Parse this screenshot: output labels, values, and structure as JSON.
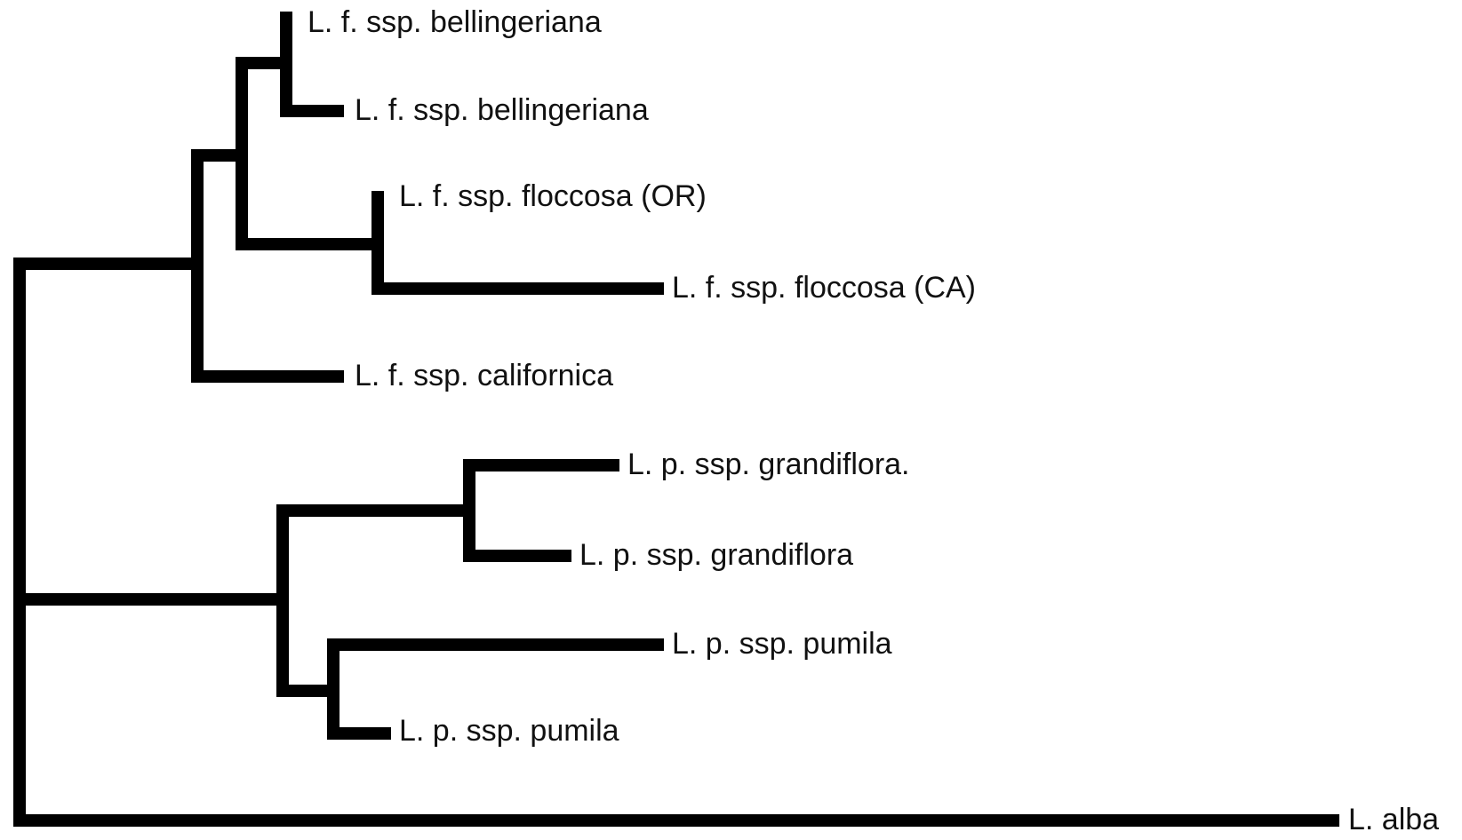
{
  "tree": {
    "line_color": "#000000",
    "leaves": [
      {
        "id": "leaf1",
        "label": "L. f. ssp. bellingeriana"
      },
      {
        "id": "leaf2",
        "label": "L. f. ssp. bellingeriana"
      },
      {
        "id": "leaf3",
        "label": "L. f. ssp. floccosa (OR)"
      },
      {
        "id": "leaf4",
        "label": "L. f. ssp. floccosa (CA)"
      },
      {
        "id": "leaf5",
        "label": "L. f. ssp. californica"
      },
      {
        "id": "leaf6",
        "label": "L. p. ssp. grandiflora."
      },
      {
        "id": "leaf7",
        "label": "L. p. ssp. grandiflora"
      },
      {
        "id": "leaf8",
        "label": "L. p. ssp. pumila"
      },
      {
        "id": "leaf9",
        "label": "L. p. ssp. pumila"
      },
      {
        "id": "leaf10",
        "label": "L. alba"
      }
    ]
  }
}
